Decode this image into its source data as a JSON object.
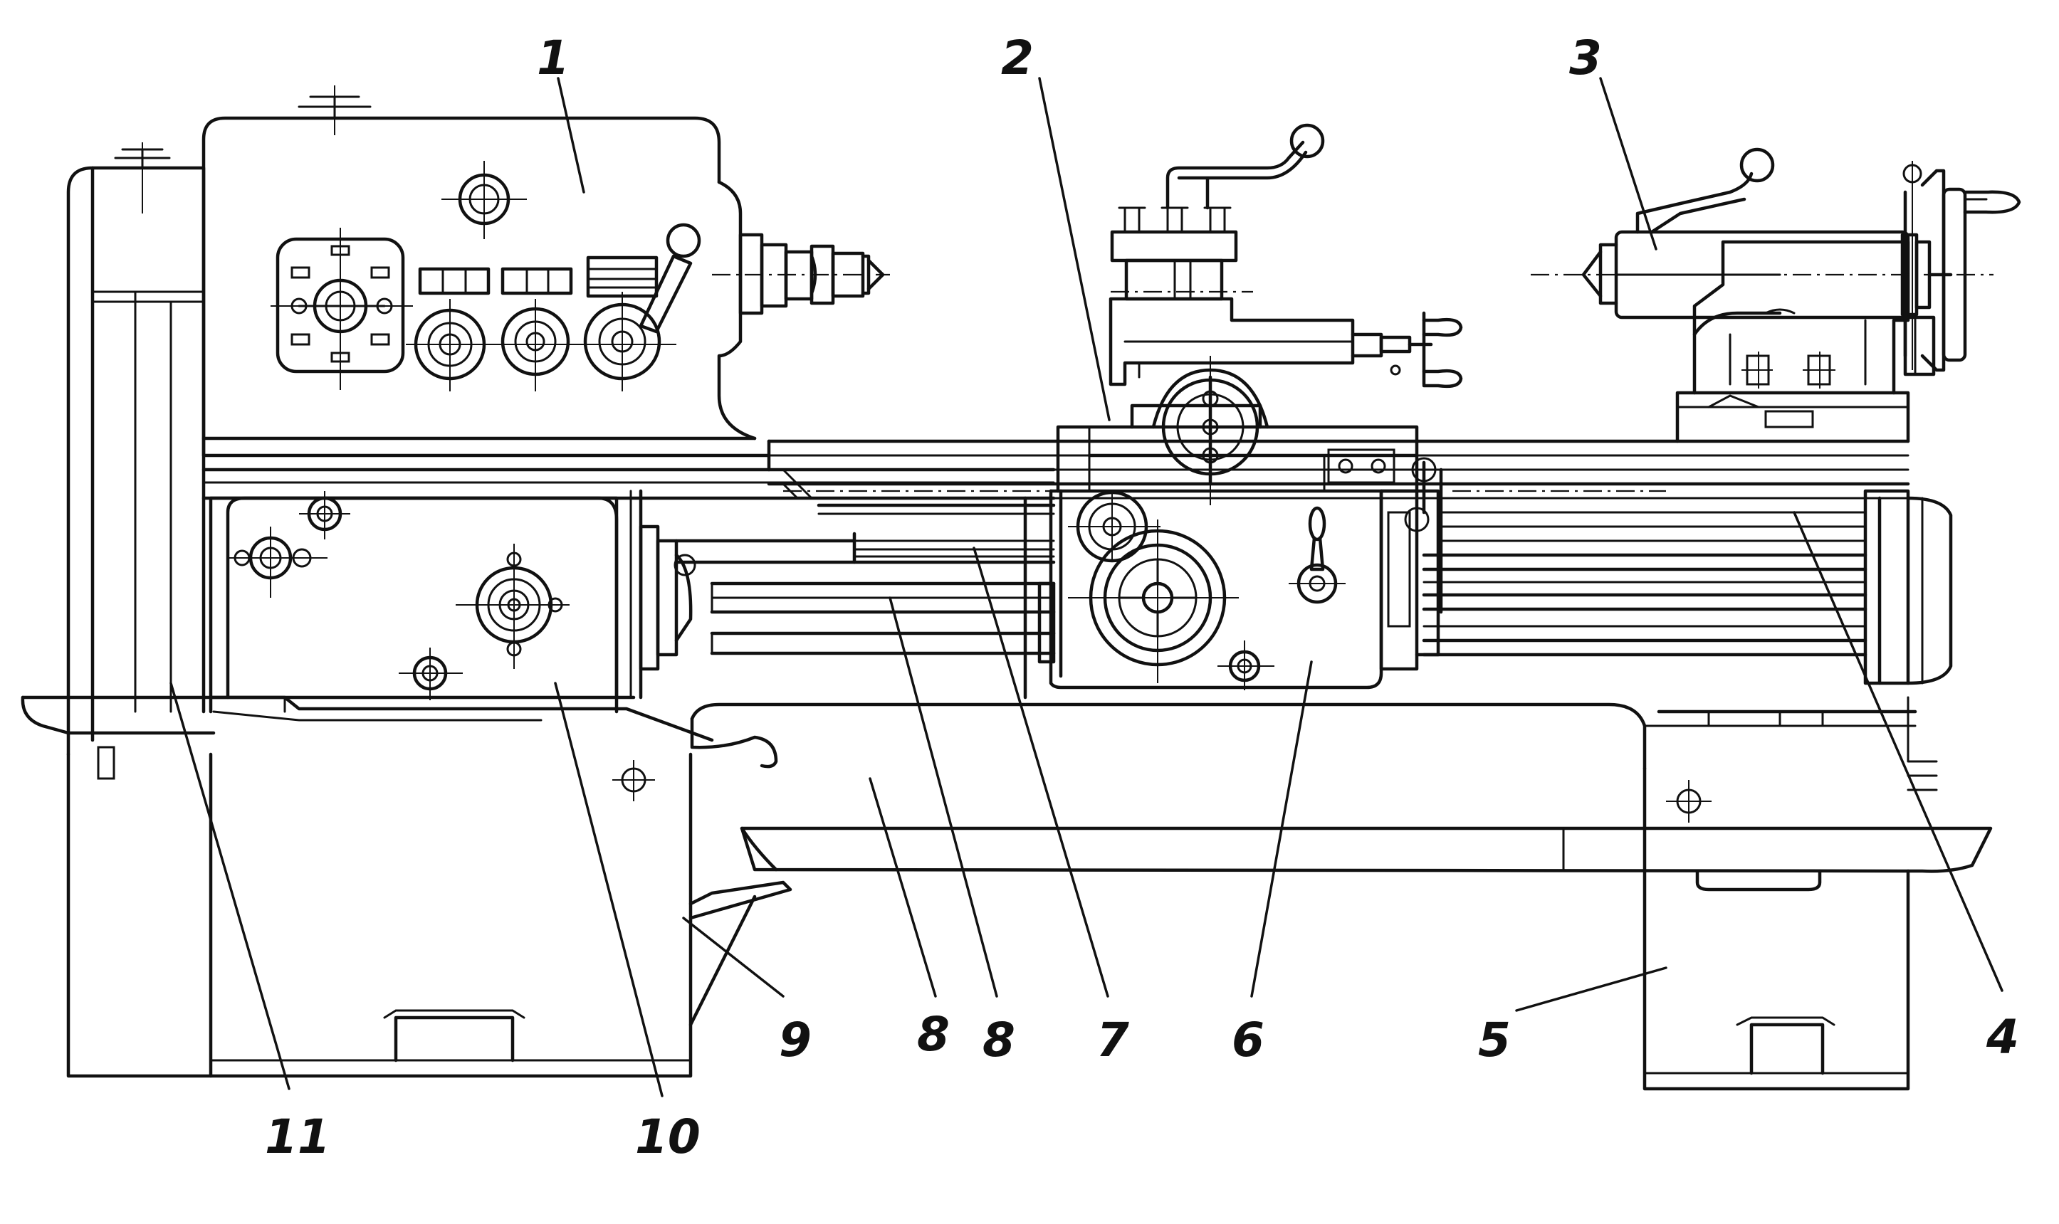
{
  "figure": {
    "callouts": [
      {
        "id": "c1",
        "text": "1"
      },
      {
        "id": "c2",
        "text": "2"
      },
      {
        "id": "c3",
        "text": "3"
      },
      {
        "id": "c4",
        "text": "4"
      },
      {
        "id": "c5",
        "text": "5"
      },
      {
        "id": "c6",
        "text": "6"
      },
      {
        "id": "c7",
        "text": "7"
      },
      {
        "id": "c8a",
        "text": "8"
      },
      {
        "id": "c8b",
        "text": "8"
      },
      {
        "id": "c9",
        "text": "9"
      },
      {
        "id": "c10",
        "text": "10"
      },
      {
        "id": "c11",
        "text": "11"
      }
    ]
  }
}
